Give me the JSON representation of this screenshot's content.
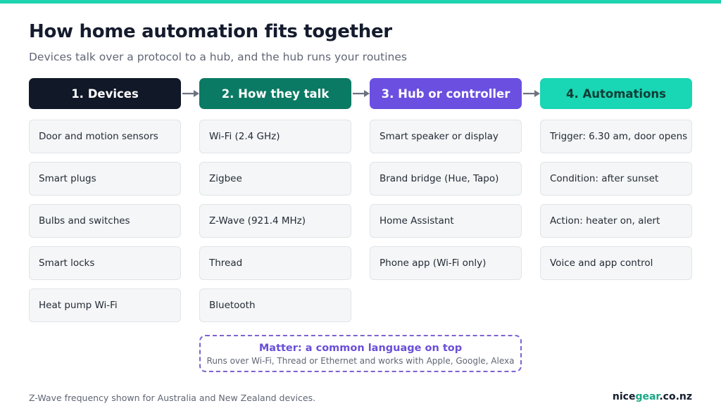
{
  "title": "How home automation fits together",
  "subtitle": "Devices talk over a protocol to a hub, and the hub runs your routines",
  "colors": {
    "accent": "#1ed3b0",
    "devices": "#111827",
    "protocols": "#0b7a64",
    "hub": "#6b4fe0",
    "automations": "#19d6b4",
    "matter": "#6b4fd8"
  },
  "columns": [
    {
      "header": "1. Devices",
      "items": [
        "Door and motion sensors",
        "Smart plugs",
        "Bulbs and switches",
        "Smart locks",
        "Heat pump Wi-Fi"
      ]
    },
    {
      "header": "2. How they talk",
      "items": [
        "Wi-Fi (2.4 GHz)",
        "Zigbee",
        "Z-Wave (921.4 MHz)",
        "Thread",
        "Bluetooth"
      ]
    },
    {
      "header": "3. Hub or controller",
      "items": [
        "Smart speaker or display",
        "Brand bridge (Hue, Tapo)",
        "Home Assistant",
        "Phone app (Wi-Fi only)"
      ]
    },
    {
      "header": "4. Automations",
      "items": [
        "Trigger: 6.30 am, door opens",
        "Condition: after sunset",
        "Action: heater on, alert",
        "Voice and app control"
      ]
    }
  ],
  "matter": {
    "title": "Matter: a common language on top",
    "subtitle": "Runs over Wi-Fi, Thread or Ethernet and works with Apple, Google, Alexa"
  },
  "footnote": "Z-Wave frequency shown for Australia and New Zealand devices.",
  "brand": {
    "name": "nice",
    "accent": "gear",
    "suffix": ".co.nz"
  }
}
